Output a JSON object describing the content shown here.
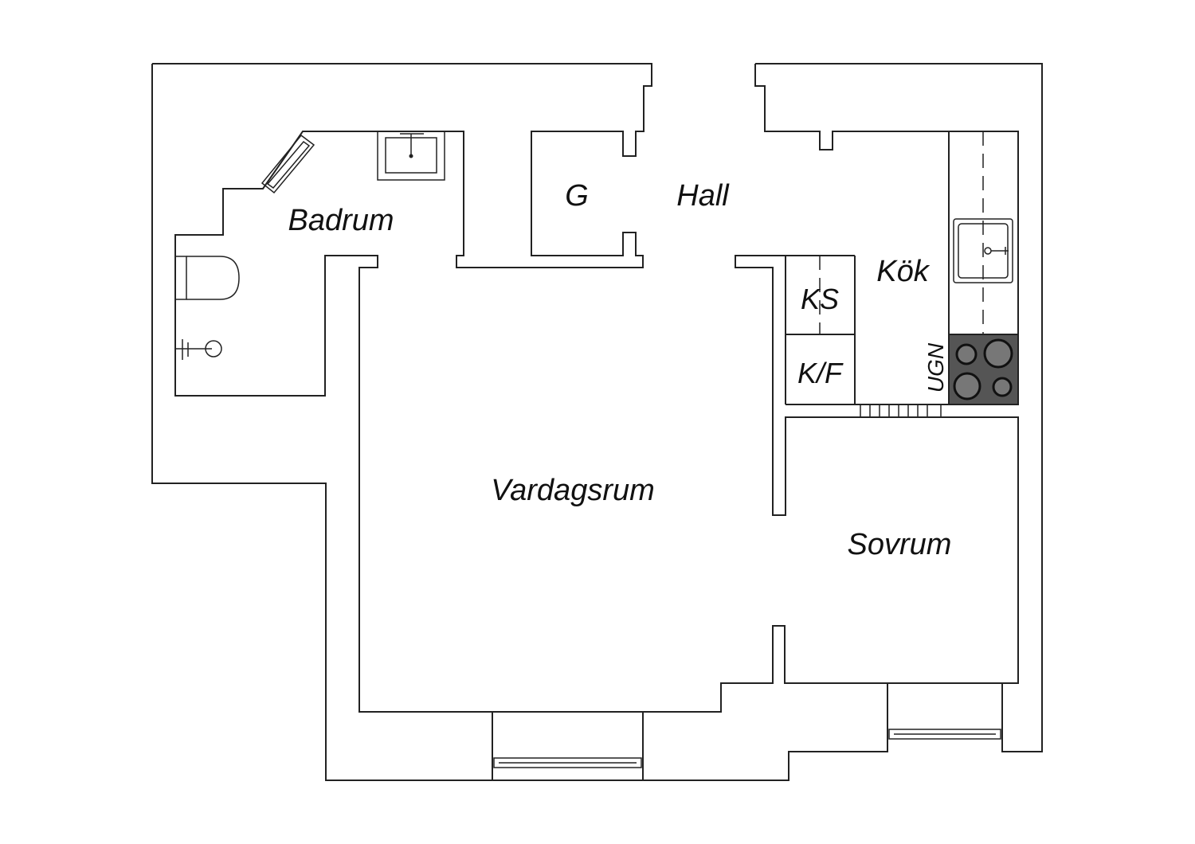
{
  "rooms": {
    "badrum": "Badrum",
    "hall": "Hall",
    "garderob": "G",
    "kok": "Kök",
    "kyl_sval": "KS",
    "kyl_frys": "K/F",
    "ugn": "UGN",
    "vardagsrum": "Vardagsrum",
    "sovrum": "Sovrum"
  },
  "fixtures": [
    "bathroom-sink-icon",
    "radiator-icon",
    "toilet-icon",
    "shower-icon",
    "kitchen-sink-icon",
    "stove-icon",
    "window-icon"
  ],
  "colors": {
    "wall": "#222222",
    "stove": "#555555",
    "background": "#ffffff"
  }
}
